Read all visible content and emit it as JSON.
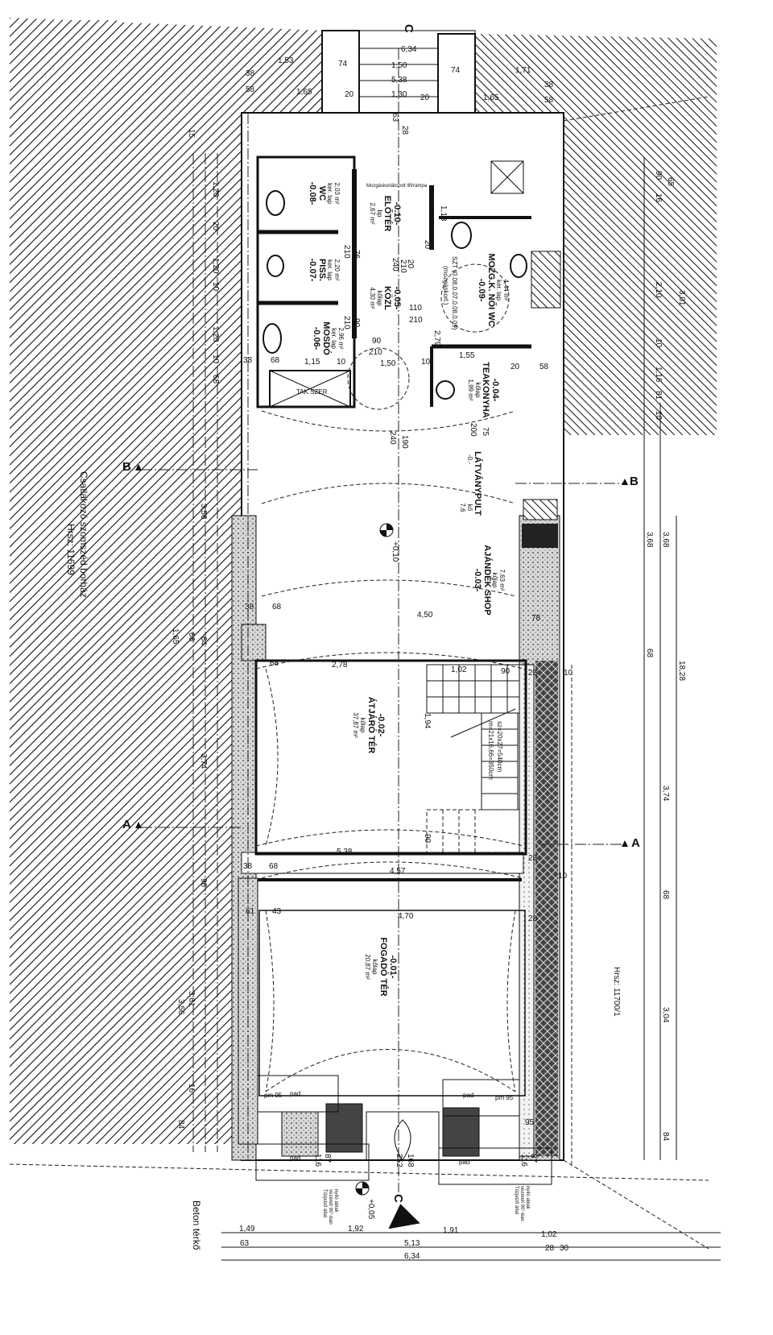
{
  "neighbors": {
    "left_name": "Csatlakozó szomszéd borház",
    "left_plot": "Hrsz: 11699",
    "right_plot": "Hrsz: 11700/1",
    "paving": "Beton térkő"
  },
  "rooms": [
    {
      "code": "-0.01-",
      "name": "FOGADÓ TÉR",
      "floor": "kőlap",
      "area": "20,87 m²"
    },
    {
      "code": "-0.02-",
      "name": "ÁTJÁRÓ TÉR",
      "floor": "kőlap",
      "area": "37,87 m²"
    },
    {
      "code": "-0.03-",
      "name": "AJÁNDÉK SHOP",
      "floor": "kőlap",
      "area": "7,63 m²"
    },
    {
      "code": "-0.-",
      "name": "LÁTVÁNYPULT",
      "floor": "kő",
      "area": "7,6"
    },
    {
      "code": "-0.04-",
      "name": "TEAKONYHA",
      "floor": "kőlap",
      "area": "1,99 m²"
    },
    {
      "code": "-0.05-",
      "name": "KÖZL",
      "floor": "kőlap",
      "area": "4,30 m²"
    },
    {
      "code": "-0.06-",
      "name": "MOSDÓ",
      "floor": "ker. lap",
      "area": "2,96 m²"
    },
    {
      "code": "-0.07-",
      "name": "PISS.",
      "floor": "ker. lap",
      "area": "2,20 m²"
    },
    {
      "code": "-0.08-",
      "name": "WC",
      "floor": "ker. lap",
      "area": "2,03 m²"
    },
    {
      "code": "-0.09-",
      "name": "MOZG.K. NŐI WC",
      "floor": "ker. lap",
      "area": "4,44 m²"
    },
    {
      "code": "-0.10-",
      "name": "ELŐTÉR",
      "floor": "bp",
      "area": "2,67 m²"
    }
  ],
  "sections": {
    "a": "A",
    "b": "B",
    "c": "C"
  },
  "levels": {
    "plus010": "+0,10",
    "plus005": "+0,05"
  },
  "labels": {
    "tak": "TAK.SZER",
    "stair_1": "sz=20x27=540cm",
    "stair_2": "m=21x16,66=350cm",
    "wc_note": "SZT (0.08,0.07,0.08,0.09)",
    "wc_note2": "(mozgáskorl.)",
    "ramp_note": "Mozgáskorlátozott lift/rámpa",
    "pad": "pad",
    "pm95": "pm 95",
    "window_note_1": "Tűzjelző által",
    "window_note_2": "vezérelt 90°-ban",
    "window_note_3": "nyíló ablak"
  },
  "dims": {
    "top": [
      "6,34",
      "1,50",
      "5,38",
      "1,30",
      "74",
      "74",
      "20",
      "20",
      "1,53",
      "1,65",
      "1,65",
      "1,71",
      "38",
      "58",
      "38",
      "58",
      "28",
      "63"
    ],
    "right": [
      "18,28",
      "3,68",
      "68",
      "3,74",
      "68",
      "3,04",
      "84",
      "3,01",
      "10",
      "2,10",
      "1,16",
      "81",
      "10",
      "16",
      "90",
      "65",
      "3,68"
    ],
    "left": [
      "1,20",
      "20",
      "1,20",
      "10",
      "1,20",
      "10",
      "68",
      "3,56",
      "3,74",
      "3,61",
      "3,56",
      "16",
      "84",
      "96",
      "1,65",
      "66",
      "64",
      "15"
    ],
    "inner": [
      "4,50",
      "2,78",
      "1,02",
      "90",
      "1,94",
      "90",
      "5,38",
      "4,57",
      "4,70",
      "68",
      "38",
      "68",
      "78",
      "38",
      "68",
      "61",
      "43",
      "28",
      "28",
      "28",
      "10",
      "10",
      "76",
      "210",
      "90",
      "210",
      "110",
      "210",
      "90",
      "210",
      "1,50",
      "1,55",
      "20",
      "58",
      "38",
      "68",
      "1,15",
      "10",
      "10",
      "2,79",
      "1,13",
      "20",
      "240",
      "190",
      "200",
      "75",
      "240",
      "20",
      "210"
    ],
    "entry": [
      "116",
      "87",
      "252",
      "168",
      "116",
      "87",
      "95"
    ],
    "bottom": [
      "1,49",
      "1,92",
      "1,91",
      "1,02",
      "63",
      "5,13",
      "28",
      "30",
      "6,34"
    ]
  }
}
